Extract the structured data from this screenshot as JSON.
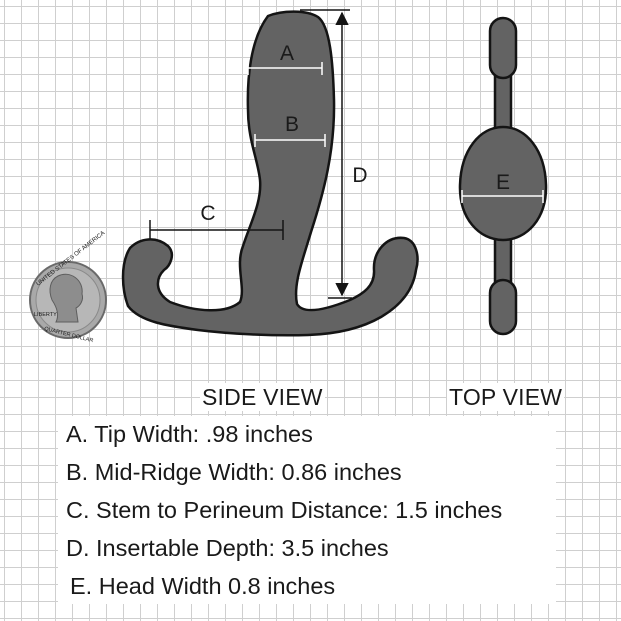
{
  "figure": {
    "dimension_letters": {
      "a": "A",
      "b": "B",
      "c": "C",
      "d": "D",
      "e": "E"
    },
    "coin_text": {
      "top": "UNITED STATES OF AMERICA",
      "liberty": "LIBERTY",
      "bottom": "QUARTER DOLLAR"
    },
    "colors": {
      "body_fill": "#636363",
      "outline": "#141414",
      "dimension_line": "#ffffff",
      "grid_line": "#cfcfcf",
      "coin": "#a9a9a9"
    }
  },
  "views": {
    "side": "SIDE VIEW",
    "top": "TOP VIEW"
  },
  "specs": [
    "A. Tip Width: .98 inches",
    "B. Mid-Ridge Width: 0.86 inches",
    "C. Stem to Perineum Distance: 1.5 inches",
    "D. Insertable Depth: 3.5 inches",
    "E. Head Width 0.8 inches"
  ]
}
